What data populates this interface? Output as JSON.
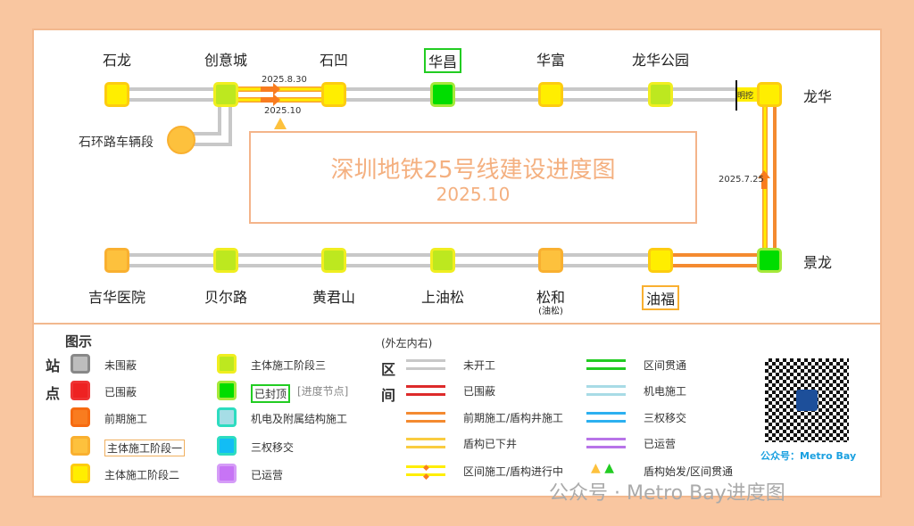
{
  "title": "深圳地铁25号线建设进度图",
  "date": "2025.10",
  "colors": {
    "unfenced": "#bdbdbd",
    "fenced": "#ee2222",
    "pre": "#f97c1f",
    "stage1": "#fdc13d",
    "stage2": "#ffee00",
    "stage3": "#bde81f",
    "topped": "#00dd00",
    "mep": "#a6dde6",
    "handover": "#12bdf5",
    "operating": "#c774f5"
  },
  "top_stations": [
    {
      "name": "石龙",
      "status": "stage2"
    },
    {
      "name": "创意城",
      "status": "stage3"
    },
    {
      "name": "石凹",
      "status": "stage2"
    },
    {
      "name": "华昌",
      "status": "topped",
      "milestone": true
    },
    {
      "name": "华富",
      "status": "stage2"
    },
    {
      "name": "龙华公园",
      "status": "stage3"
    },
    {
      "name": "龙华",
      "status": "stage2"
    }
  ],
  "bottom_stations": [
    {
      "name": "吉华医院",
      "status": "stage1"
    },
    {
      "name": "贝尔路",
      "status": "stage3"
    },
    {
      "name": "黄君山",
      "status": "stage3"
    },
    {
      "name": "上油松",
      "status": "stage3"
    },
    {
      "name": "松和",
      "sub": "(油松)",
      "status": "stage1"
    },
    {
      "name": "油福",
      "status": "stage2",
      "milestone": true
    },
    {
      "name": "景龙",
      "status": "topped"
    }
  ],
  "depot": "石环路车辆段",
  "annotations": {
    "a1": "2025.8.30",
    "a2": "2025.10",
    "a3": "2025.7.25",
    "cut": "明挖"
  },
  "legend": {
    "title": "图示",
    "station_label": [
      "站",
      "点"
    ],
    "section_label": [
      "区",
      "间"
    ],
    "section_note": "(外左内右)",
    "stations": [
      "未围蔽",
      "已围蔽",
      "前期施工",
      "主体施工阶段一",
      "主体施工阶段二",
      "主体施工阶段三",
      "已封顶",
      "机电及附属结构施工",
      "三权移交",
      "已运营"
    ],
    "node_note": "[进度节点]",
    "sections": [
      "未开工",
      "已围蔽",
      "前期施工/盾构井施工",
      "盾构已下井",
      "区间施工/盾构进行中",
      "区间贯通",
      "机电施工",
      "三权移交",
      "已运营",
      "盾构始发/区间贯通"
    ]
  },
  "qr_caption": "公众号：Metro Bay",
  "watermark": "公众号 · Metro Bay进度图"
}
